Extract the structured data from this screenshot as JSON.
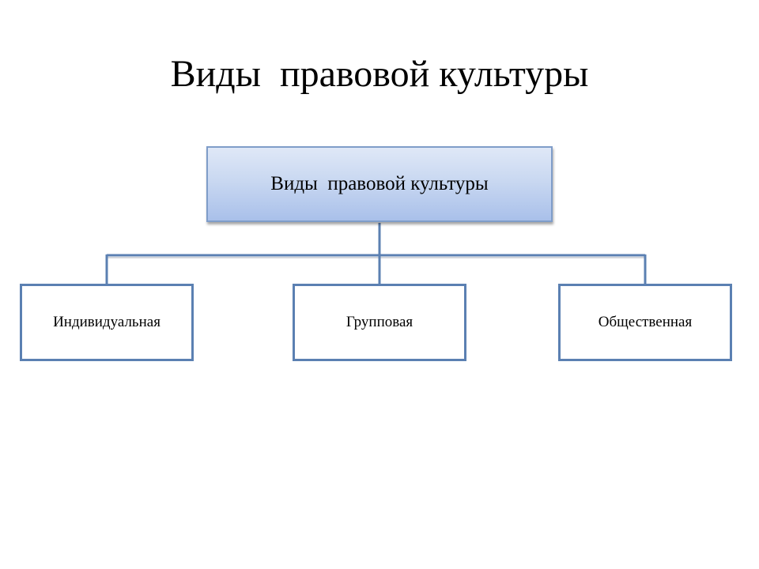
{
  "title": "Виды  правовой культуры",
  "diagram": {
    "root": {
      "label": "Виды  правовой культуры"
    },
    "children": [
      {
        "label": "Индивидуальная"
      },
      {
        "label": "Групповая"
      },
      {
        "label": "Общественная"
      }
    ],
    "colors": {
      "root_fill_top": "#dfe8f7",
      "root_fill_bottom": "#a9c0ea",
      "root_border": "#7f9dc9",
      "connector": "#5b80b2",
      "child_border": "#5b80b2",
      "child_fill": "#ffffff"
    }
  }
}
